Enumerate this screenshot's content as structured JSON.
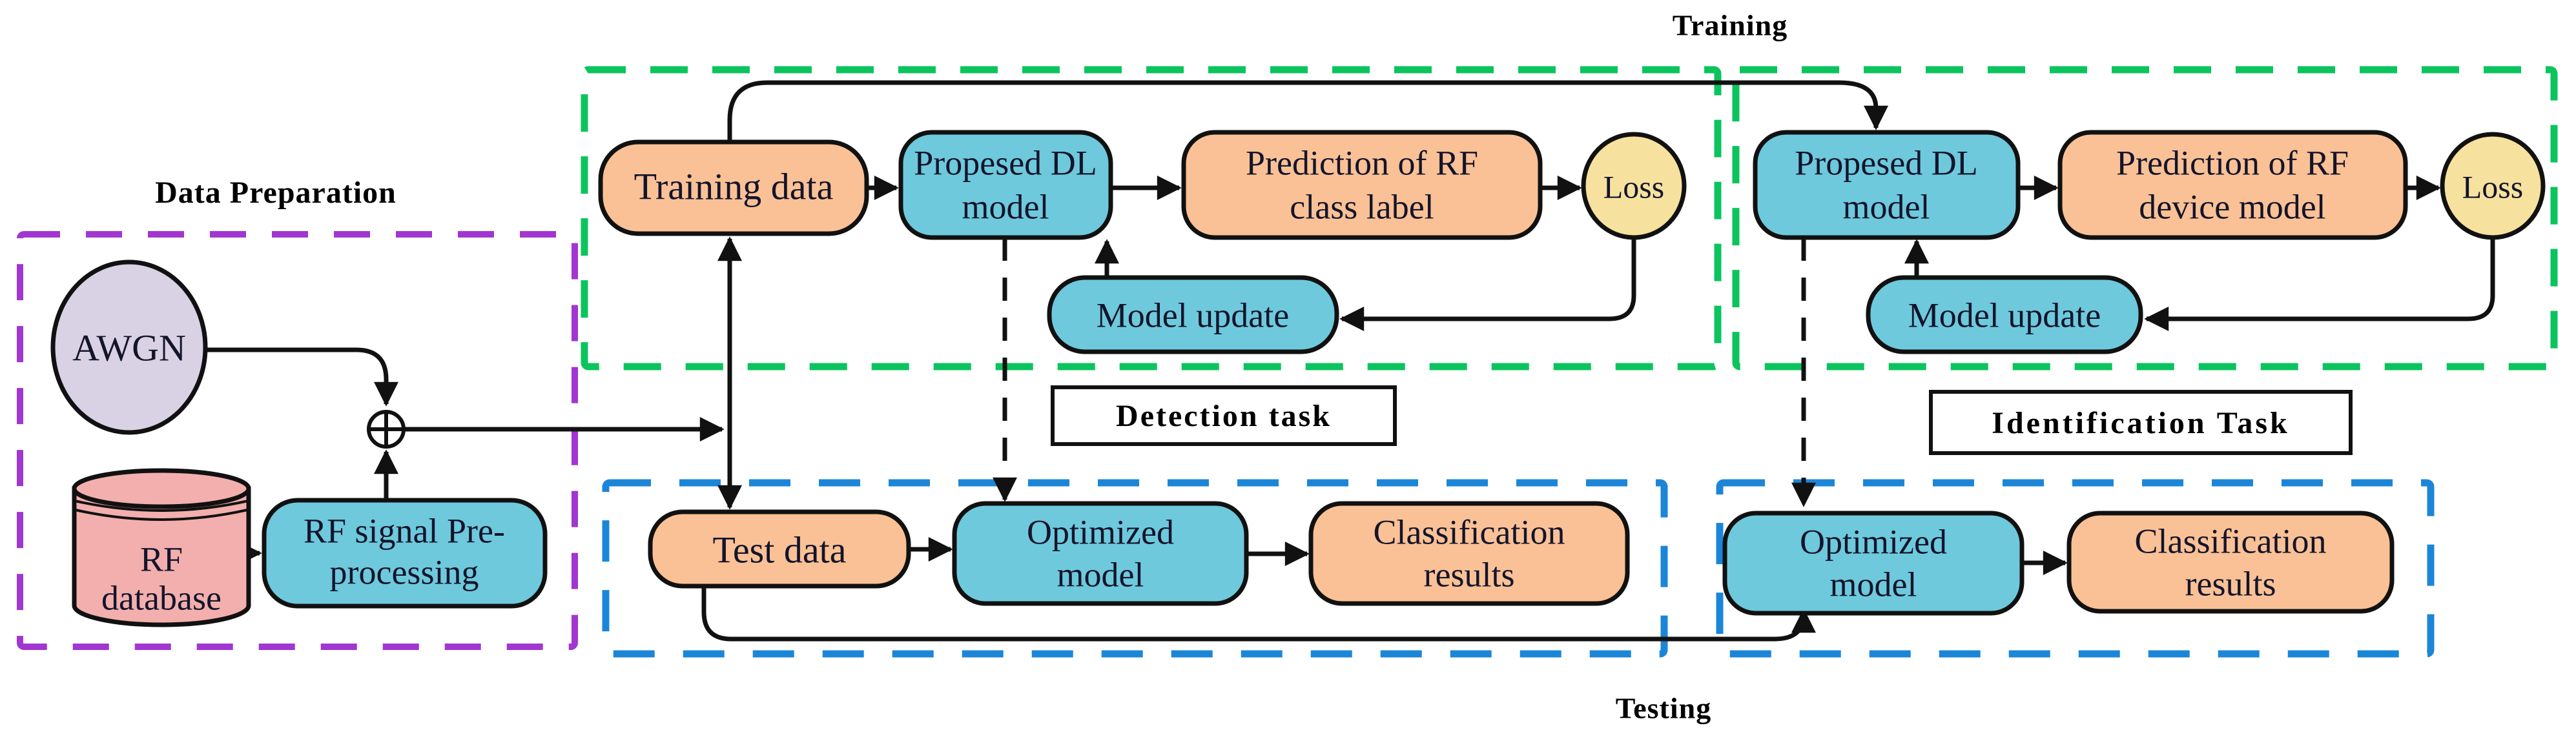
{
  "figure": {
    "background": "#ffffff",
    "line_color": "#111111",
    "text_color": "#14142b",
    "sections": {
      "data_preparation": {
        "title": "Data Preparation",
        "color": "#A136D0"
      },
      "training": {
        "title": "Training",
        "color": "#0BC45E"
      },
      "testing": {
        "title": "Testing",
        "color": "#1B86D8"
      },
      "detection_task": {
        "label": "Detection task"
      },
      "identification_task": {
        "label": "Identification Task"
      }
    },
    "nodes": {
      "awgn": {
        "label": "AWGN",
        "fill": "#D8D2E4"
      },
      "rf_database": {
        "line1": "RF",
        "line2": "database",
        "fill": "#F2AFAD"
      },
      "rf_preprocessing": {
        "line1": "RF signal Pre-",
        "line2": "processing",
        "fill": "#6EC9DC"
      },
      "training_data": {
        "label": "Training data",
        "fill": "#F9C195"
      },
      "dl_model_detection": {
        "line1": "Propesed DL",
        "line2": "model",
        "fill": "#6EC9DC"
      },
      "prediction_class_label": {
        "line1": "Prediction of RF",
        "line2": "class label",
        "fill": "#F9C195"
      },
      "loss_detection": {
        "label": "Loss",
        "fill": "#F6E29E"
      },
      "model_update_detection": {
        "label": "Model update",
        "fill": "#6EC9DC"
      },
      "test_data": {
        "label": "Test data",
        "fill": "#F9C195"
      },
      "optimized_model_detection": {
        "line1": "Optimized",
        "line2": "model",
        "fill": "#6EC9DC"
      },
      "classification_results_detection": {
        "line1": "Classification",
        "line2": "results",
        "fill": "#F9C195"
      },
      "dl_model_identification": {
        "line1": "Propesed DL",
        "line2": "model",
        "fill": "#6EC9DC"
      },
      "prediction_device_model": {
        "line1": "Prediction of RF",
        "line2": "device model",
        "fill": "#F9C195"
      },
      "loss_identification": {
        "label": "Loss",
        "fill": "#F6E29E"
      },
      "model_update_identification": {
        "label": "Model update",
        "fill": "#6EC9DC"
      },
      "optimized_model_identification": {
        "line1": "Optimized",
        "line2": "model",
        "fill": "#6EC9DC"
      },
      "classification_results_identification": {
        "line1": "Classification",
        "line2": "results",
        "fill": "#F9C195"
      }
    }
  }
}
